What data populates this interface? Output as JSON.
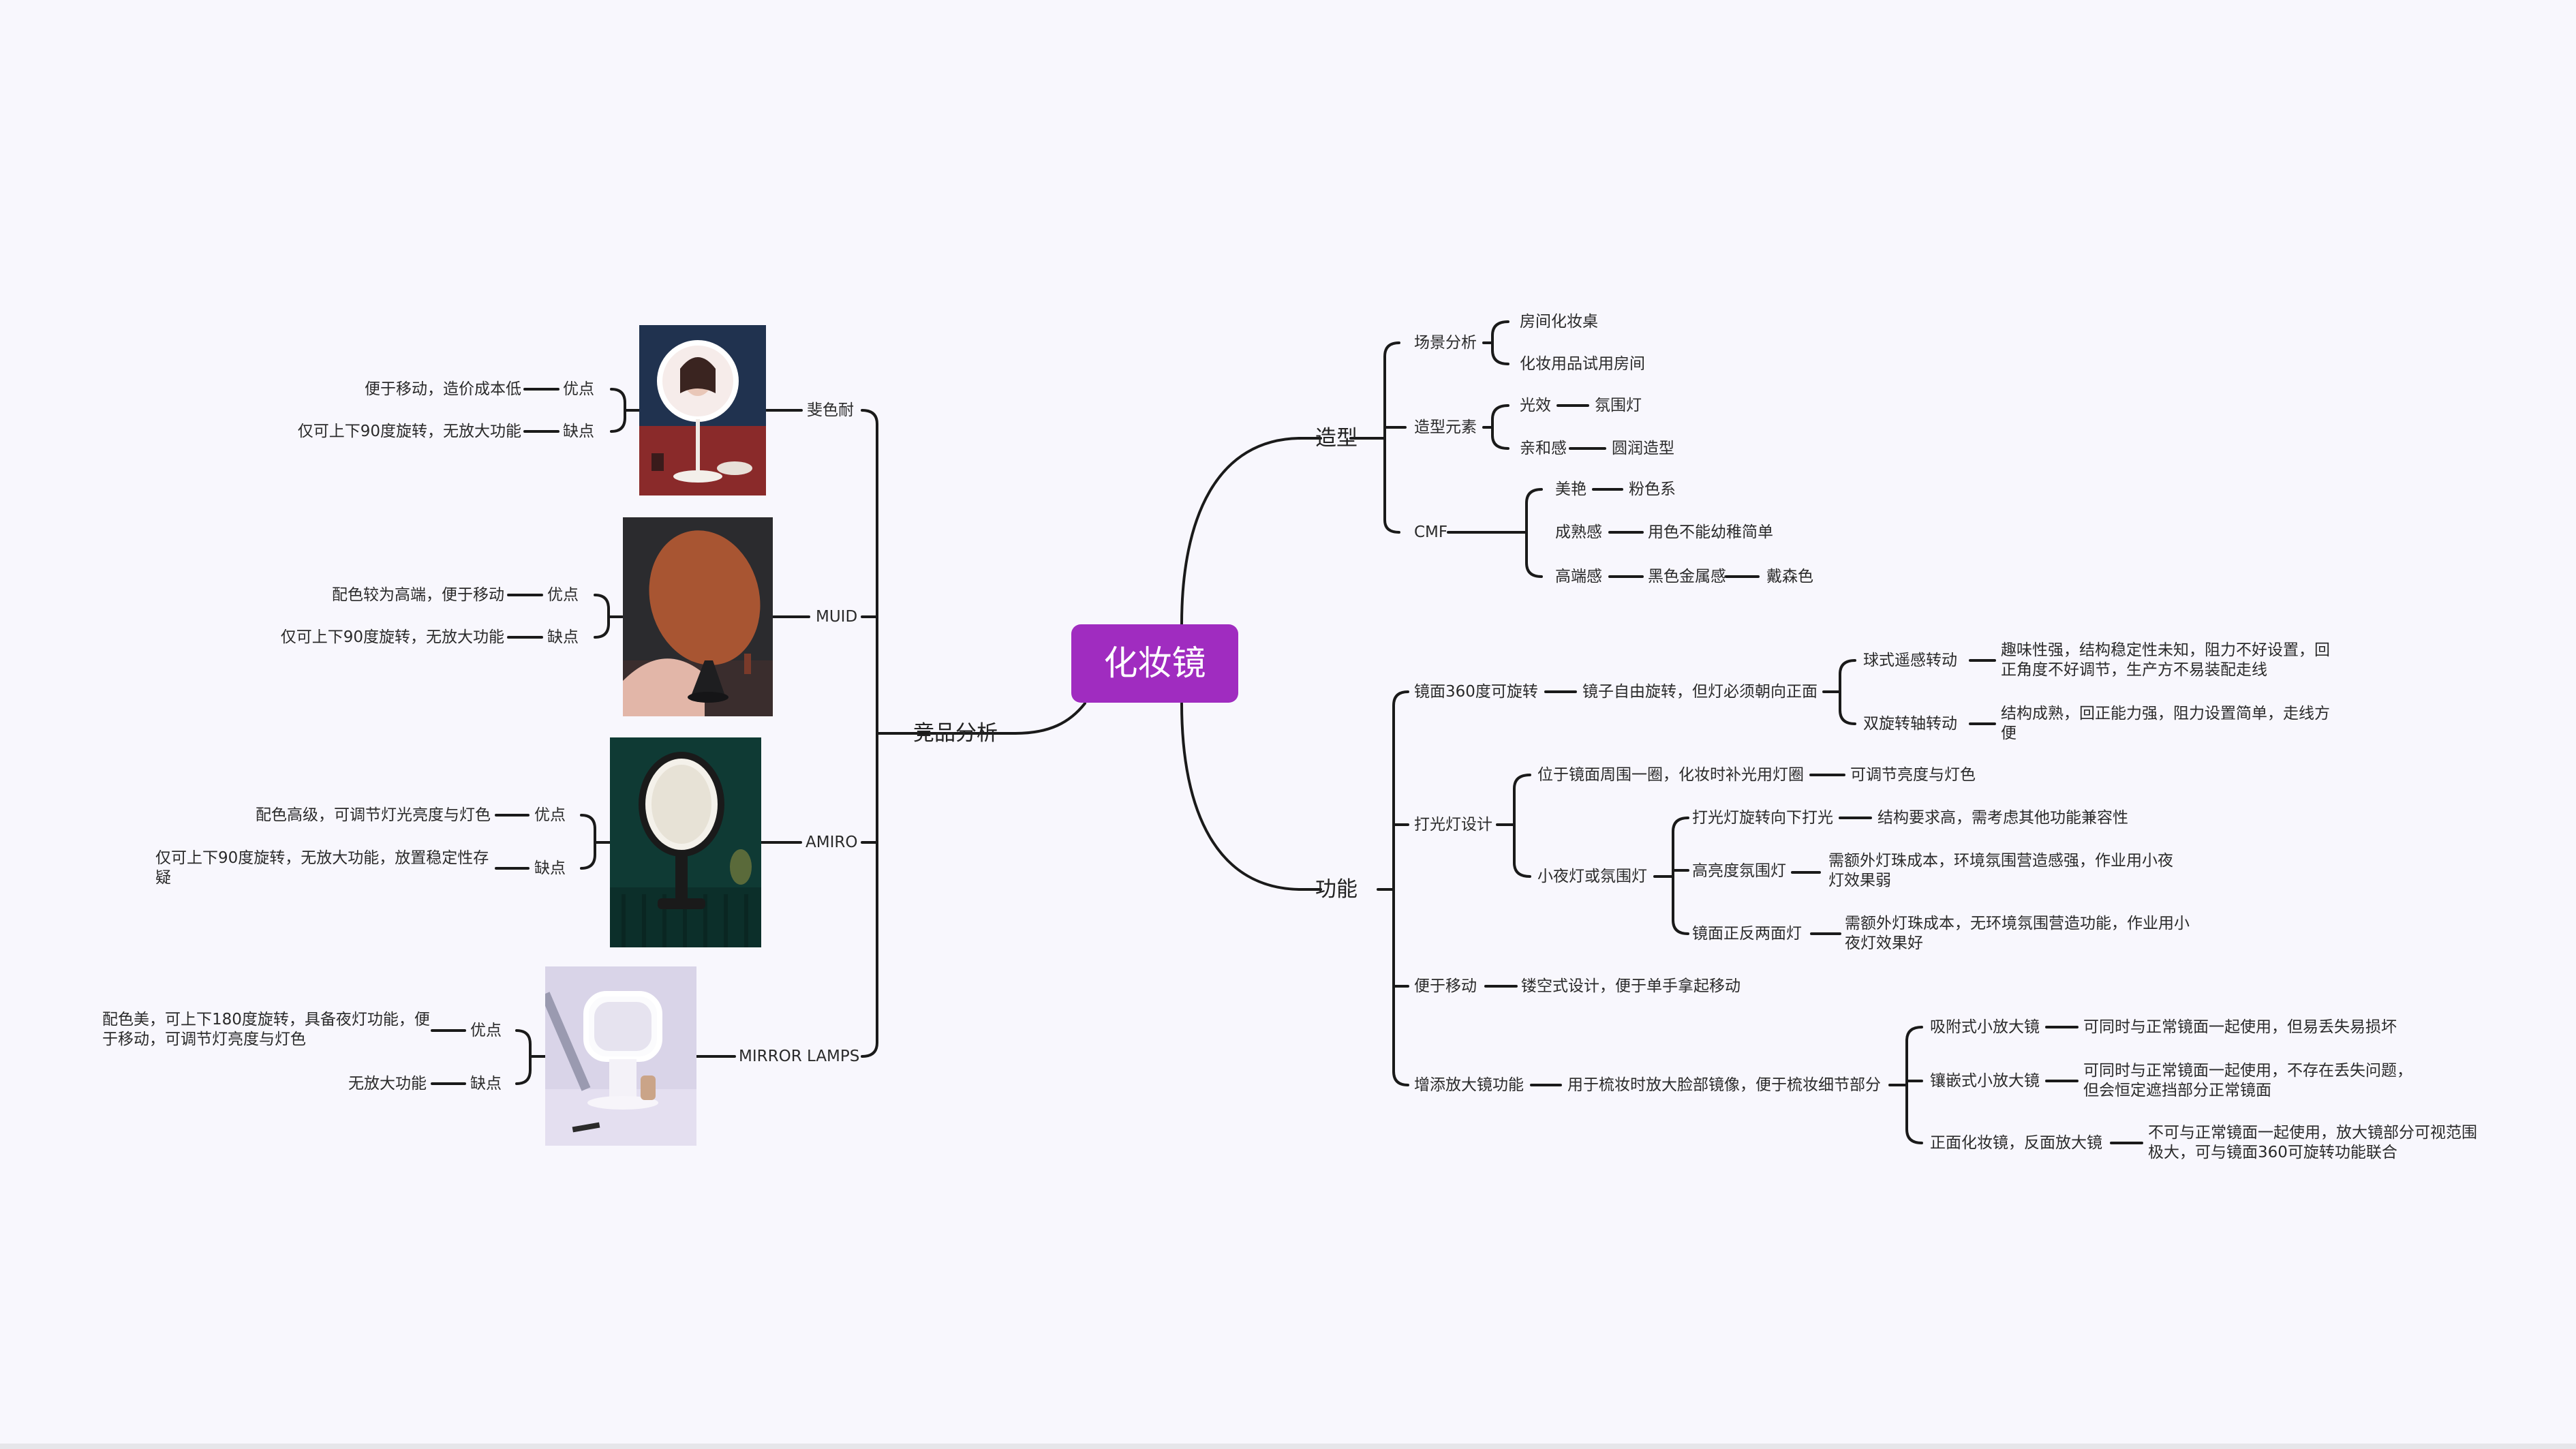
{
  "root": "化妆镜",
  "right": {
    "zaoxing": {
      "label": "造型",
      "scene": {
        "label": "场景分析",
        "c1": "房间化妆桌",
        "c2": "化妆用品试用房间"
      },
      "elem": {
        "label": "造型元素",
        "a": "光效",
        "a1": "氛围灯",
        "b": "亲和感",
        "b1": "圆润造型"
      },
      "cmf": {
        "label": "CMF",
        "a": "美艳",
        "a1": "粉色系",
        "b": "成熟感",
        "b1": "用色不能幼稚简单",
        "c": "高端感",
        "c1": "黑色金属感",
        "c2": "戴森色"
      }
    },
    "gongneng": {
      "label": "功能",
      "rot": {
        "label": "镜面360度可旋转",
        "c1": "镜子自由旋转，但灯必须朝向正面",
        "a": "球式遥感转动",
        "a1": "趣味性强，结构稳定性未知，阻力不好设置，回正角度不好调节，生产方不易装配走线",
        "b": "双旋转轴转动",
        "b1": "结构成熟，回正能力强，阻力设置简单，走线方便"
      },
      "light": {
        "label": "打光灯设计",
        "a": "位于镜面周围一圈，化妆时补光用灯圈",
        "a1": "可调节亮度与灯色",
        "b": "小夜灯或氛围灯",
        "b1": "打光灯旋转向下打光",
        "b1v": "结构要求高，需考虑其他功能兼容性",
        "b2": "高亮度氛围灯",
        "b2v": "需额外灯珠成本，环境氛围营造感强，作业用小夜灯效果弱",
        "b3": "镜面正反两面灯",
        "b3v": "需额外灯珠成本，无环境氛围营造功能，作业用小夜灯效果好"
      },
      "move": {
        "label": "便于移动",
        "c1": "镂空式设计，便于单手拿起移动"
      },
      "mag": {
        "label": "增添放大镜功能",
        "c1": "用于梳妆时放大脸部镜像，便于梳妆细节部分",
        "a": "吸附式小放大镜",
        "a1": "可同时与正常镜面一起使用，但易丢失易损坏",
        "b": "镶嵌式小放大镜",
        "b1": "可同时与正常镜面一起使用，不存在丢失问题，但会恒定遮挡部分正常镜面",
        "c": "正面化妆镜，反面放大镜",
        "c1v": "不可与正常镜面一起使用，放大镜部分可视范围极大，可与镜面360可旋转功能联合"
      }
    }
  },
  "left": {
    "label": "竞品分析",
    "items": [
      {
        "name": "斐色耐",
        "pro_label": "优点",
        "pro": "便于移动，造价成本低",
        "con_label": "缺点",
        "con": "仅可上下90度旋转，无放大功能"
      },
      {
        "name": "MUID",
        "pro_label": "优点",
        "pro": "配色较为高端，便于移动",
        "con_label": "缺点",
        "con": "仅可上下90度旋转，无放大功能"
      },
      {
        "name": "AMIRO",
        "pro_label": "优点",
        "pro": "配色高级，可调节灯光亮度与灯色",
        "con_label": "缺点",
        "con": "仅可上下90度旋转，无放大功能，放置稳定性存疑"
      },
      {
        "name": "MIRROR LAMPS",
        "pro_label": "优点",
        "pro": "配色美，可上下180度旋转，具备夜灯功能，便于移动，可调节灯亮度与灯色",
        "con_label": "缺点",
        "con": "无放大功能"
      }
    ]
  },
  "colors": {
    "root": "#a02cc0",
    "line": "#1a1a1a",
    "background": "#f8f7fd"
  }
}
